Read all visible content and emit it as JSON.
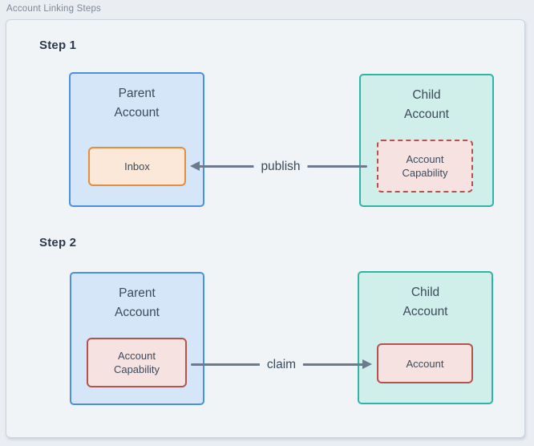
{
  "frame_label": "Account Linking Steps",
  "steps": [
    {
      "heading": "Step 1",
      "parent_box": {
        "title_line1": "Parent",
        "title_line2": "Account",
        "inner_label": "Inbox"
      },
      "child_box": {
        "title_line1": "Child",
        "title_line2": "Account",
        "inner_label": "Account Capability"
      },
      "arrow": {
        "label": "publish",
        "direction": "left"
      }
    },
    {
      "heading": "Step 2",
      "parent_box": {
        "title_line1": "Parent",
        "title_line2": "Account",
        "inner_label": "Account Capability"
      },
      "child_box": {
        "title_line1": "Child",
        "title_line2": "Account",
        "inner_label": "Account"
      },
      "arrow": {
        "label": "claim",
        "direction": "right"
      }
    }
  ],
  "colors": {
    "page_background": "#eaeef3",
    "frame_background": "#f0f4f7",
    "frame_border": "#ccd4de",
    "parent_box_fill": "#d5e6f8",
    "parent_box_border": "#4a90e2",
    "child_box_fill": "#d0eeea",
    "child_box_border": "#2eb5a5",
    "inbox_fill": "#fbe8d8",
    "inbox_border": "#e98c3e",
    "capability_fill": "#f5e2e1",
    "capability_border": "#b25350",
    "arrow": "#6b7a8e",
    "heading_text": "#2c3a4d",
    "body_text": "#3d4b5c",
    "frame_label_text": "#7d8795"
  }
}
